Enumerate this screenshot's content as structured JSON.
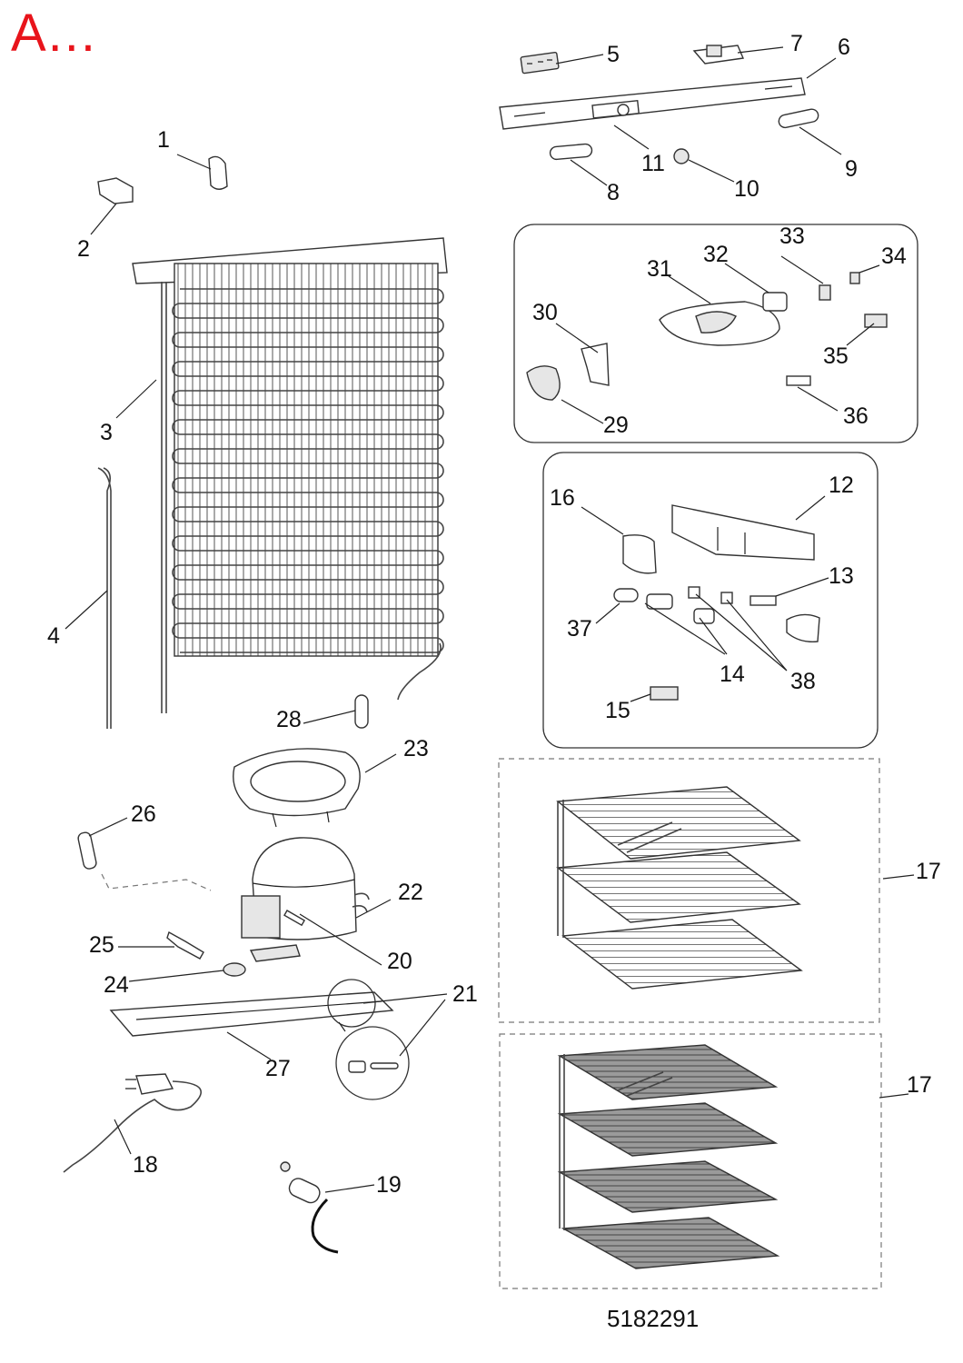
{
  "brand_label": "A...",
  "document_number": "5182291",
  "callouts": [
    {
      "id": "1",
      "label": "1"
    },
    {
      "id": "2",
      "label": "2"
    },
    {
      "id": "3",
      "label": "3"
    },
    {
      "id": "4",
      "label": "4"
    },
    {
      "id": "5",
      "label": "5"
    },
    {
      "id": "6",
      "label": "6"
    },
    {
      "id": "7",
      "label": "7"
    },
    {
      "id": "8",
      "label": "8"
    },
    {
      "id": "9",
      "label": "9"
    },
    {
      "id": "10",
      "label": "10"
    },
    {
      "id": "11",
      "label": "11"
    },
    {
      "id": "12",
      "label": "12"
    },
    {
      "id": "13",
      "label": "13"
    },
    {
      "id": "14",
      "label": "14"
    },
    {
      "id": "15",
      "label": "15"
    },
    {
      "id": "16",
      "label": "16"
    },
    {
      "id": "17a",
      "label": "17"
    },
    {
      "id": "17b",
      "label": "17"
    },
    {
      "id": "18",
      "label": "18"
    },
    {
      "id": "19",
      "label": "19"
    },
    {
      "id": "20",
      "label": "20"
    },
    {
      "id": "21",
      "label": "21"
    },
    {
      "id": "22",
      "label": "22"
    },
    {
      "id": "23",
      "label": "23"
    },
    {
      "id": "24",
      "label": "24"
    },
    {
      "id": "25",
      "label": "25"
    },
    {
      "id": "26",
      "label": "26"
    },
    {
      "id": "27",
      "label": "27"
    },
    {
      "id": "28",
      "label": "28"
    },
    {
      "id": "29",
      "label": "29"
    },
    {
      "id": "30",
      "label": "30"
    },
    {
      "id": "31",
      "label": "31"
    },
    {
      "id": "32",
      "label": "32"
    },
    {
      "id": "33",
      "label": "33"
    },
    {
      "id": "34",
      "label": "34"
    },
    {
      "id": "35",
      "label": "35"
    },
    {
      "id": "36",
      "label": "36"
    },
    {
      "id": "37",
      "label": "37"
    },
    {
      "id": "38",
      "label": "38"
    }
  ]
}
